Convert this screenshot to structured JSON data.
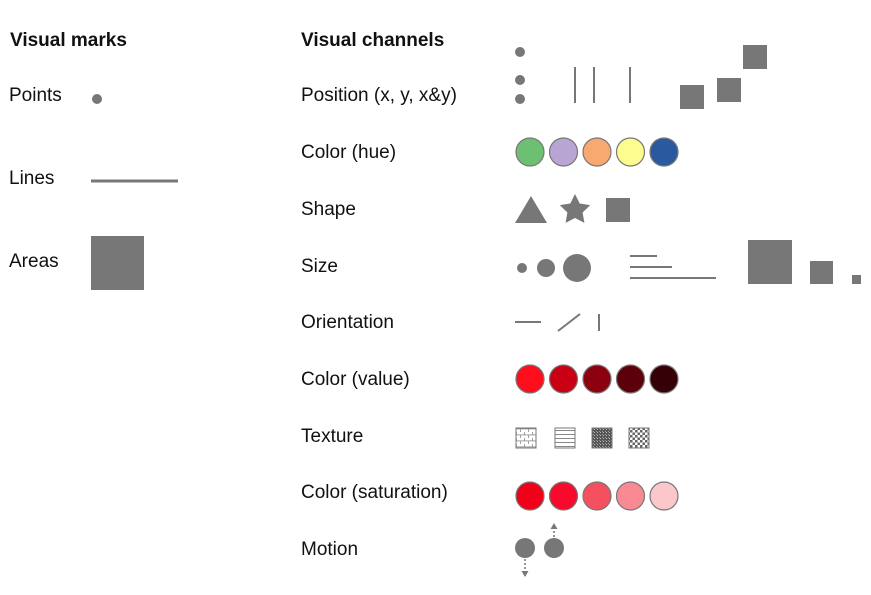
{
  "colors": {
    "mark_gray": "#777777",
    "text": "#111111",
    "hue": [
      "#6dbf72",
      "#b8a5d3",
      "#f7a96f",
      "#fdfc8e",
      "#2a59a0"
    ],
    "value": [
      "#ff0d1c",
      "#c90013",
      "#8c0010",
      "#5c000b",
      "#350006"
    ],
    "saturation": [
      "#f00019",
      "#f70a2c",
      "#f55060",
      "#f98a93",
      "#fcc7cb"
    ]
  },
  "marks": {
    "title": "Visual marks",
    "points": "Points",
    "lines": "Lines",
    "areas": "Areas"
  },
  "channels": {
    "title": "Visual channels",
    "position": "Position (x, y, x&y)",
    "color_hue": "Color (hue)",
    "shape": "Shape",
    "size": "Size",
    "orientation": "Orientation",
    "color_value": "Color (value)",
    "texture": "Texture",
    "color_saturation": "Color (saturation)",
    "motion": "Motion"
  }
}
